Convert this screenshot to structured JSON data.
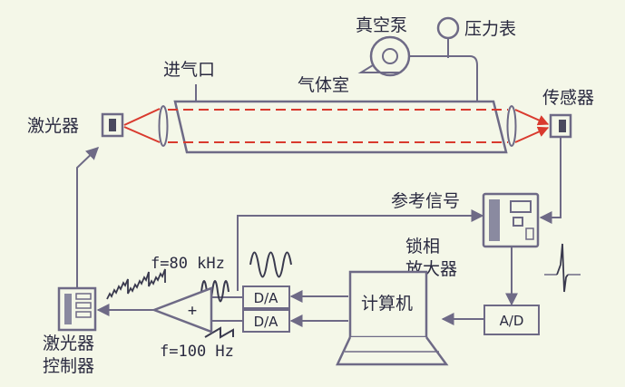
{
  "labels": {
    "vacuum_pump": "真空泵",
    "pressure_gauge": "压力表",
    "gas_inlet": "进气口",
    "gas_chamber": "气体室",
    "laser": "激光器",
    "sensor": "传感器",
    "reference_signal": "参考信号",
    "lockin_line1": "锁相",
    "lockin_line2": "放大器",
    "computer": "计算机",
    "adc": "A/D",
    "dac_top": "D/A",
    "dac_bottom": "D/A",
    "freq_high": "f=80 kHz",
    "freq_low": "f=100 Hz",
    "summer_sign": "+",
    "laser_ctrl_line1": "激光器",
    "laser_ctrl_line2": "控制器"
  },
  "colors": {
    "background": "#f4f7e8",
    "wire": "#6e6a86",
    "beam": "#d93a2e",
    "text": "#2a2a40"
  }
}
